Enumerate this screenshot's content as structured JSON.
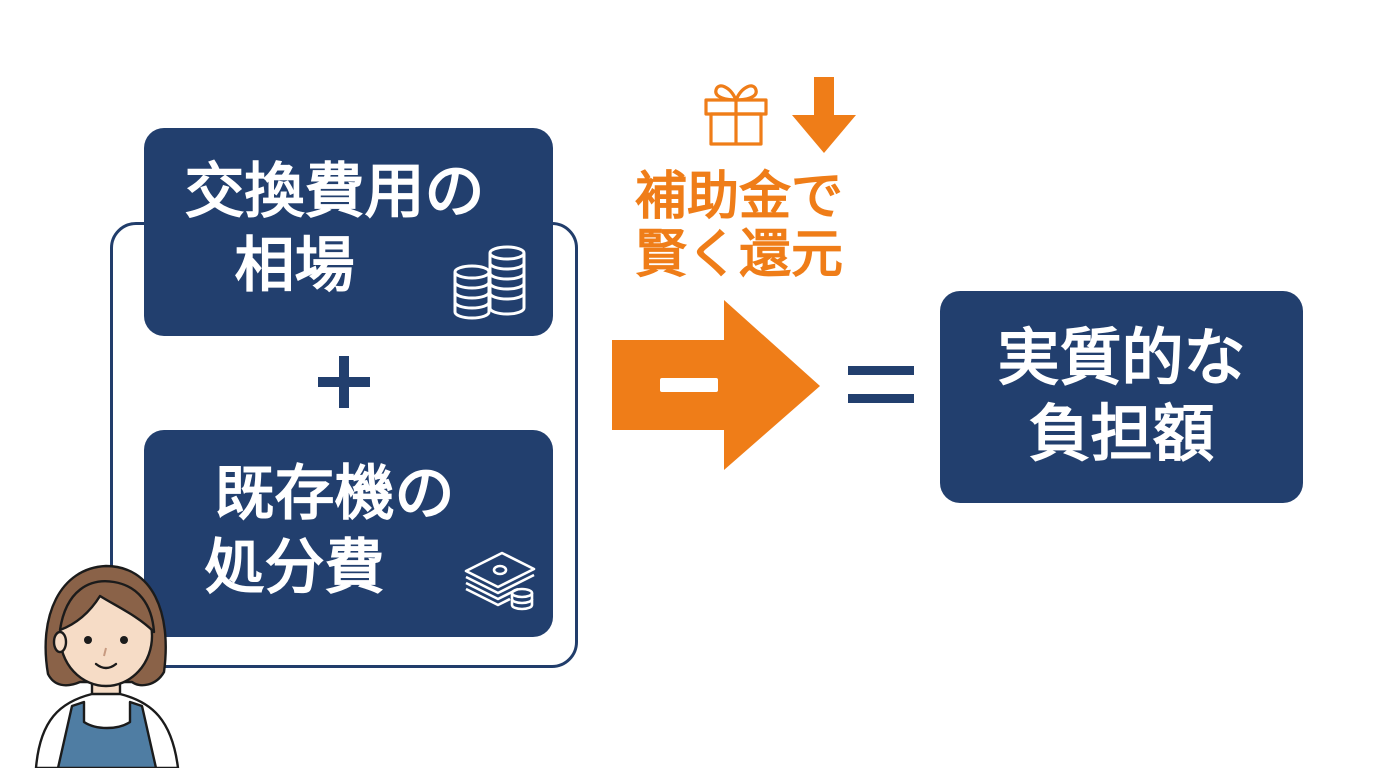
{
  "left_group": {
    "top_box": {
      "line1": "交換費用の",
      "line2": "相場",
      "icon": "coins-stack-icon"
    },
    "operator": "+",
    "bottom_box": {
      "line1": "既存機の",
      "line2": "処分費",
      "icon": "money-bills-icon"
    }
  },
  "subsidy": {
    "line1": "補助金で",
    "line2": "賢く還元",
    "icons": [
      "gift-icon",
      "down-arrow-icon"
    ],
    "arrow_sign": "−"
  },
  "equals_sign": "=",
  "result_box": {
    "line1": "実質的な",
    "line2": "負担額"
  },
  "colors": {
    "navy": "#223f6e",
    "orange": "#ef7d18",
    "background": "#ffffff"
  }
}
